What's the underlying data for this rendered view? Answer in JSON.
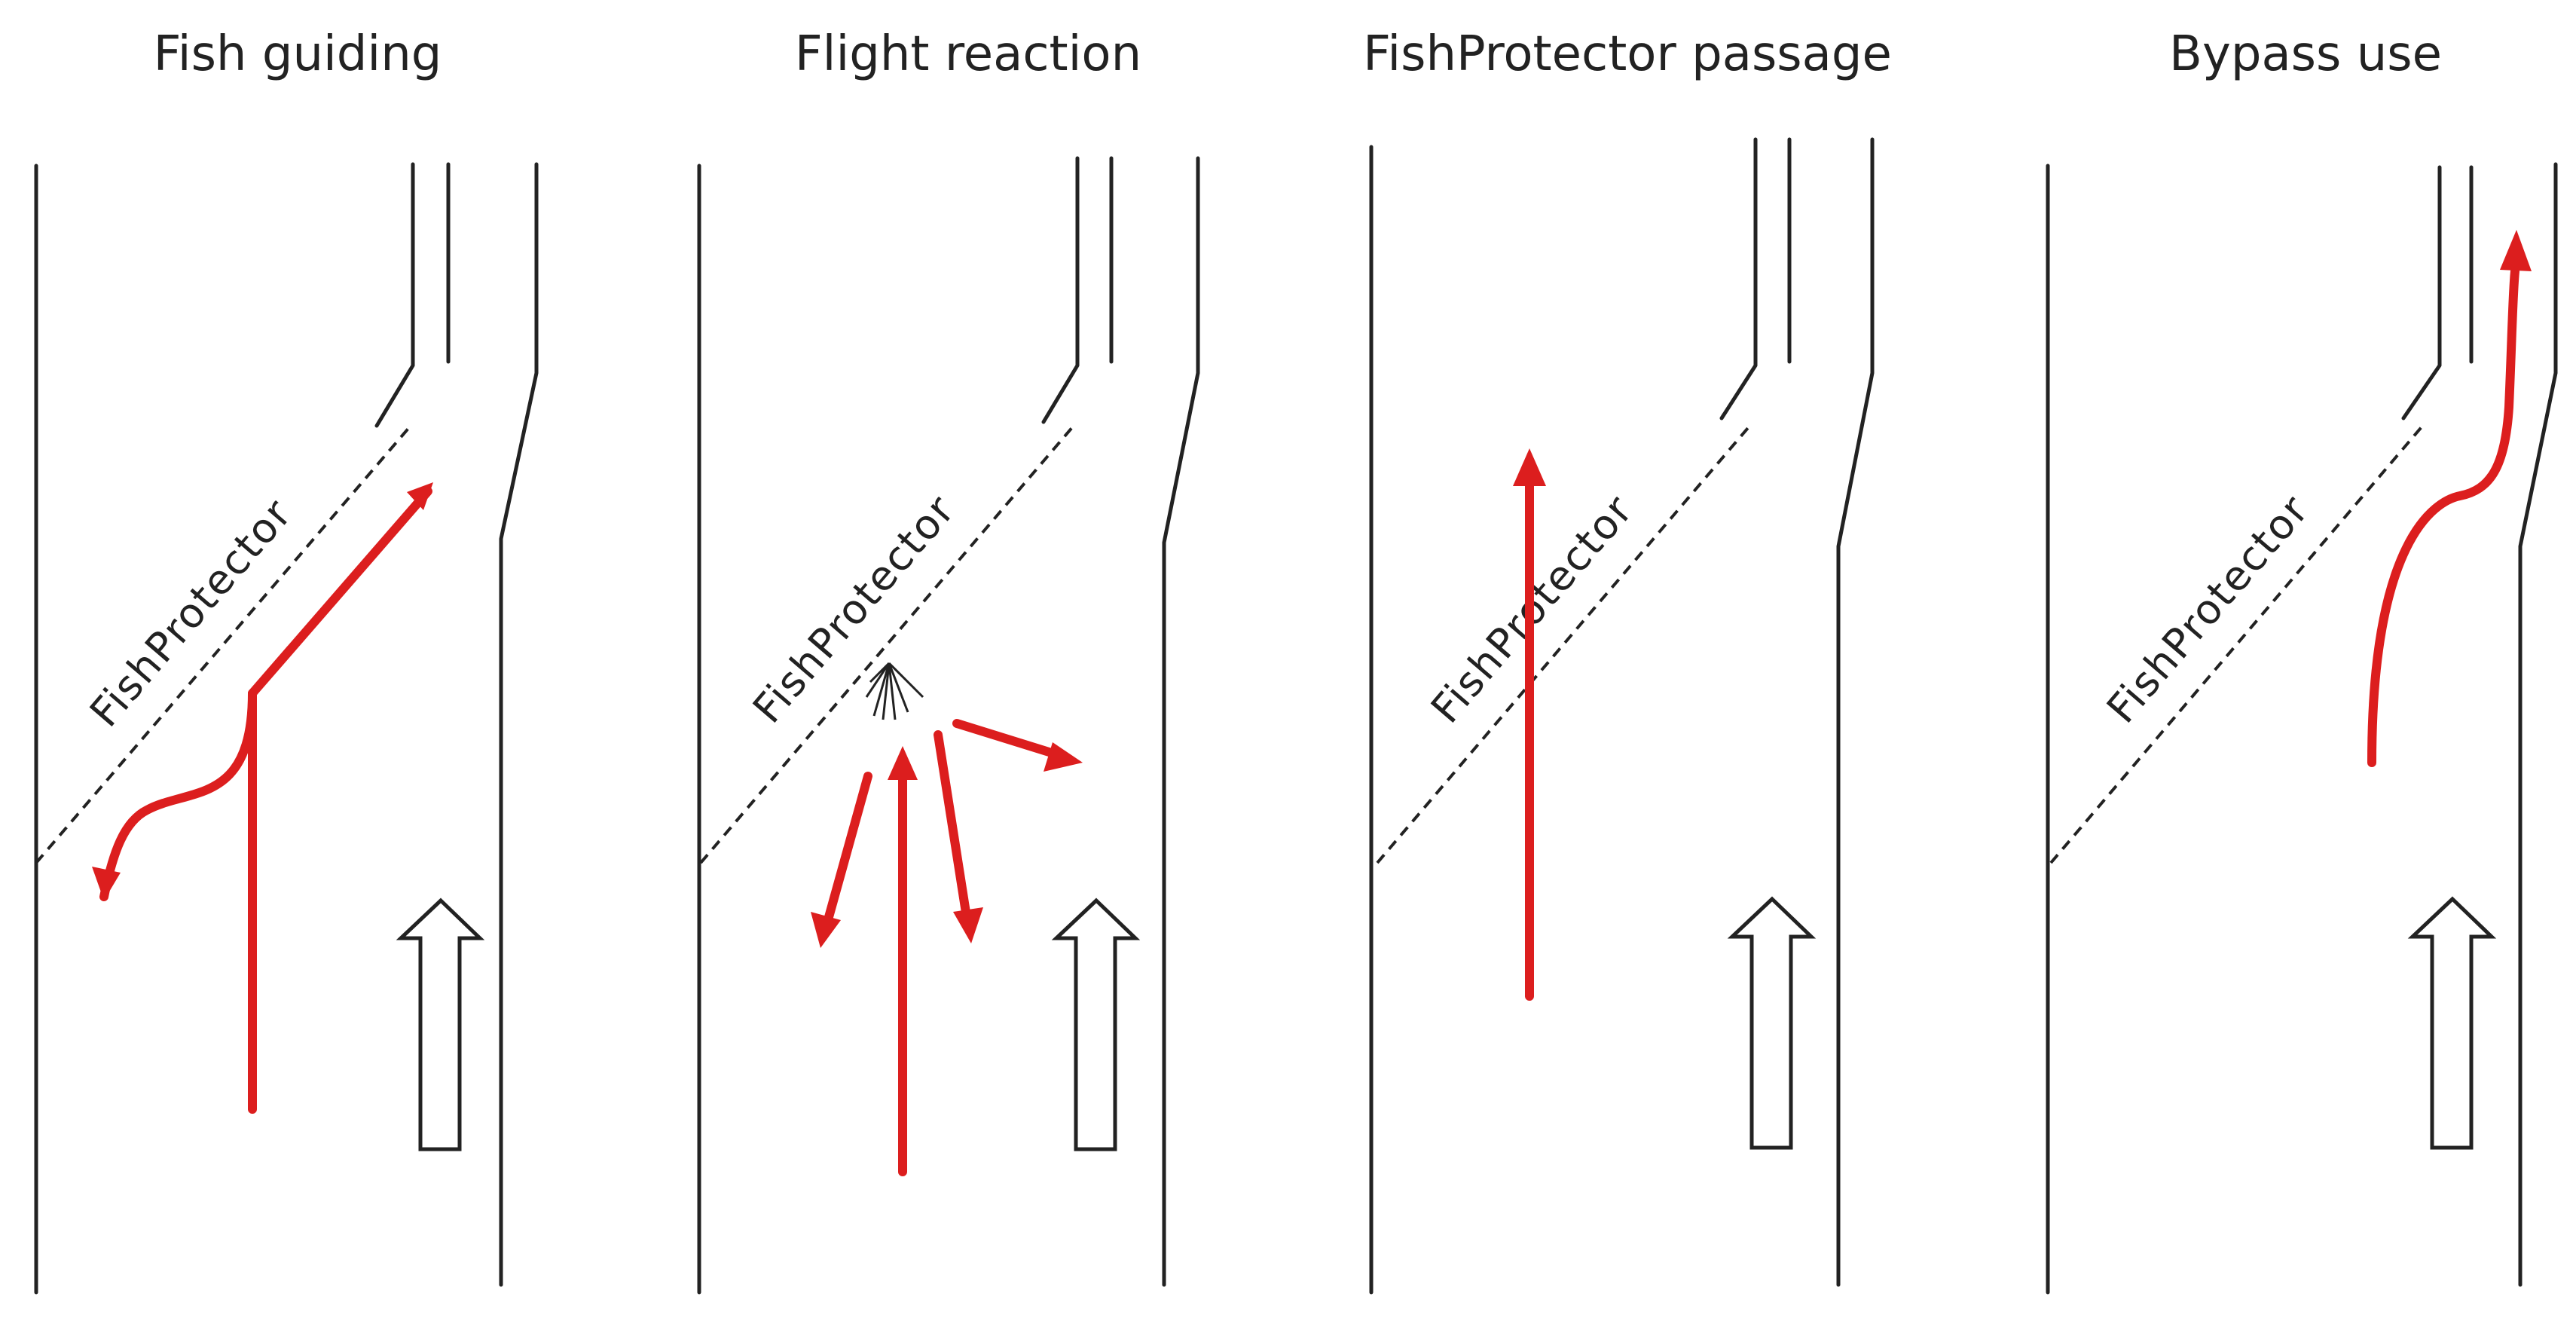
{
  "colors": {
    "fish_path": "#dc1e1e",
    "line": "#222222",
    "flow_arrow_fill": "#ffffff",
    "background": "#ffffff"
  },
  "icons": {
    "flow_direction": "hollow-up-arrow-icon",
    "fish_movement": "red-arrow-icon",
    "startle": "startle-burst-icon"
  },
  "panels": [
    {
      "title": "Fish guiding",
      "barrier_label": "FishProtector"
    },
    {
      "title": "Flight reaction",
      "barrier_label": "FishProtector"
    },
    {
      "title": "FishProtector passage",
      "barrier_label": "FishProtector"
    },
    {
      "title": "Bypass use",
      "barrier_label": "FishProtector"
    }
  ]
}
